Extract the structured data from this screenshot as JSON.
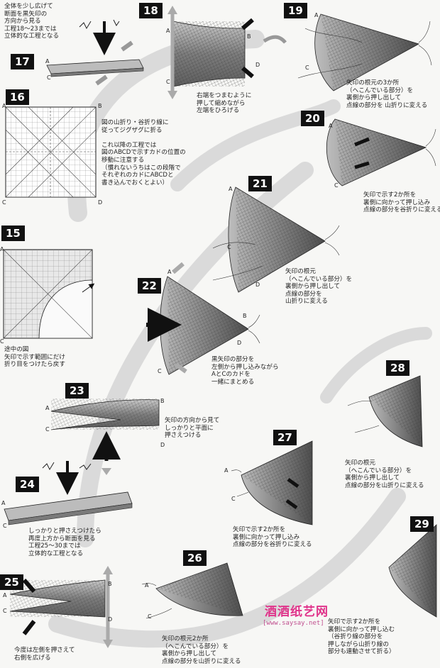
{
  "steps": [
    {
      "num": "17",
      "note": "全体を少し広げて\n断面を黒矢印の\n方向から見る\n工程18～23までは\n立体的な工程となる"
    },
    {
      "num": "18",
      "note": "右端をつまむように\n押して縮めながら\n左端をひろげる"
    },
    {
      "num": "19",
      "note": "矢印の根元の3か所\n（へこんでいる部分）を\n裏側から押し出して\n点線の部分を 山折りに変える"
    },
    {
      "num": "16",
      "note": "図の山折り・谷折り線に\n従ってジグザグに折る\n\nこれ以降の工程では\n図のABCDで示すカドの位置の\n移動に注意する\n（慣れないうちはこの段階で\nそれぞれのカドにABCDと\n書き込んでおくとよい）"
    },
    {
      "num": "20",
      "note": "矢印で示す2か所を\n裏側に向かって押し込み\n点線の部分を谷折りに変える"
    },
    {
      "num": "21",
      "note": "矢印の根元\n（へこんでいる部分）を\n裏側から押し出して\n点線の部分を\n山折りに変える"
    },
    {
      "num": "15",
      "note": "途中の図\n矢印で示す範囲にだけ\n折り目をつけたら戻す"
    },
    {
      "num": "22",
      "note": "黒矢印の部分を\n左側から押し込みながら\nAとCのカドを\n一緒にまとめる"
    },
    {
      "num": "23",
      "note": "矢印の方向から見て\nしっかりと平面に\n押さえつける"
    },
    {
      "num": "28",
      "note": "矢印の根元\n（へこんでいる部分）を\n裏側から押し出して\n点線の部分を山折りに変える"
    },
    {
      "num": "27",
      "note": "矢印で示す2か所を\n裏側に向かって押し込み\n点線の部分を谷折りに変える"
    },
    {
      "num": "24",
      "note": "しっかりと押さえつけたら\n再度上方から断面を見る\n工程25～30までは\n立体的な工程となる"
    },
    {
      "num": "29",
      "note": "矢印で示す2か所を\n裏側に向かって押し込む\n（谷折り線の部分を\n押しながら山折り線の\n部分も連動させて折る）"
    },
    {
      "num": "26",
      "note": "矢印の根元2か所\n（へこんでいる部分）を\n裏側から押し出して\n点線の部分を山折りに変える"
    },
    {
      "num": "25",
      "note": "今度は左側を押さえて\n右側を広げる"
    }
  ],
  "corner_labels": {
    "A": "A",
    "B": "B",
    "C": "C",
    "D": "D"
  },
  "watermark": {
    "title": "酒酒纸艺网",
    "url": "[www.saysay.net]"
  },
  "colors": {
    "paper_dark": "#6d6d6d",
    "paper_mid": "#9a9a9a",
    "paper_light": "#d4d4d4",
    "swoosh": "#d9d9d9",
    "watermark": "#e0338a"
  }
}
